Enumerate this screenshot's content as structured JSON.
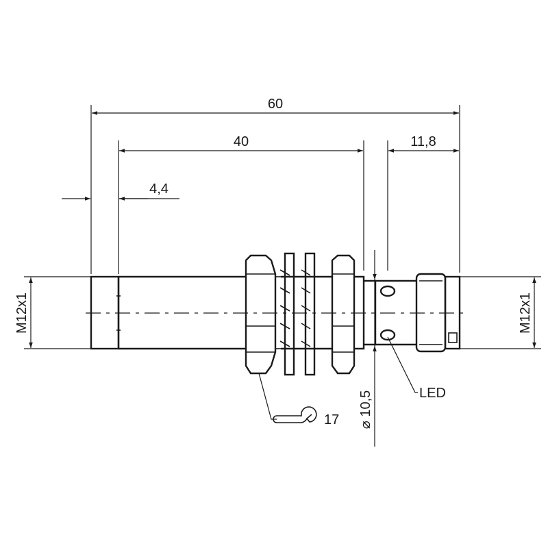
{
  "dimensions": {
    "overall_length": "60",
    "thread_length": "40",
    "start_offset": "4,4",
    "connector_length": "11,8",
    "thread_left": "M12x1",
    "thread_right": "M12x1",
    "diameter": "⌀ 10,5",
    "wrench_size": "17"
  },
  "callouts": {
    "led": "LED"
  },
  "icons": {
    "wrench": "wrench-icon",
    "led_window": "led-window-icon"
  }
}
